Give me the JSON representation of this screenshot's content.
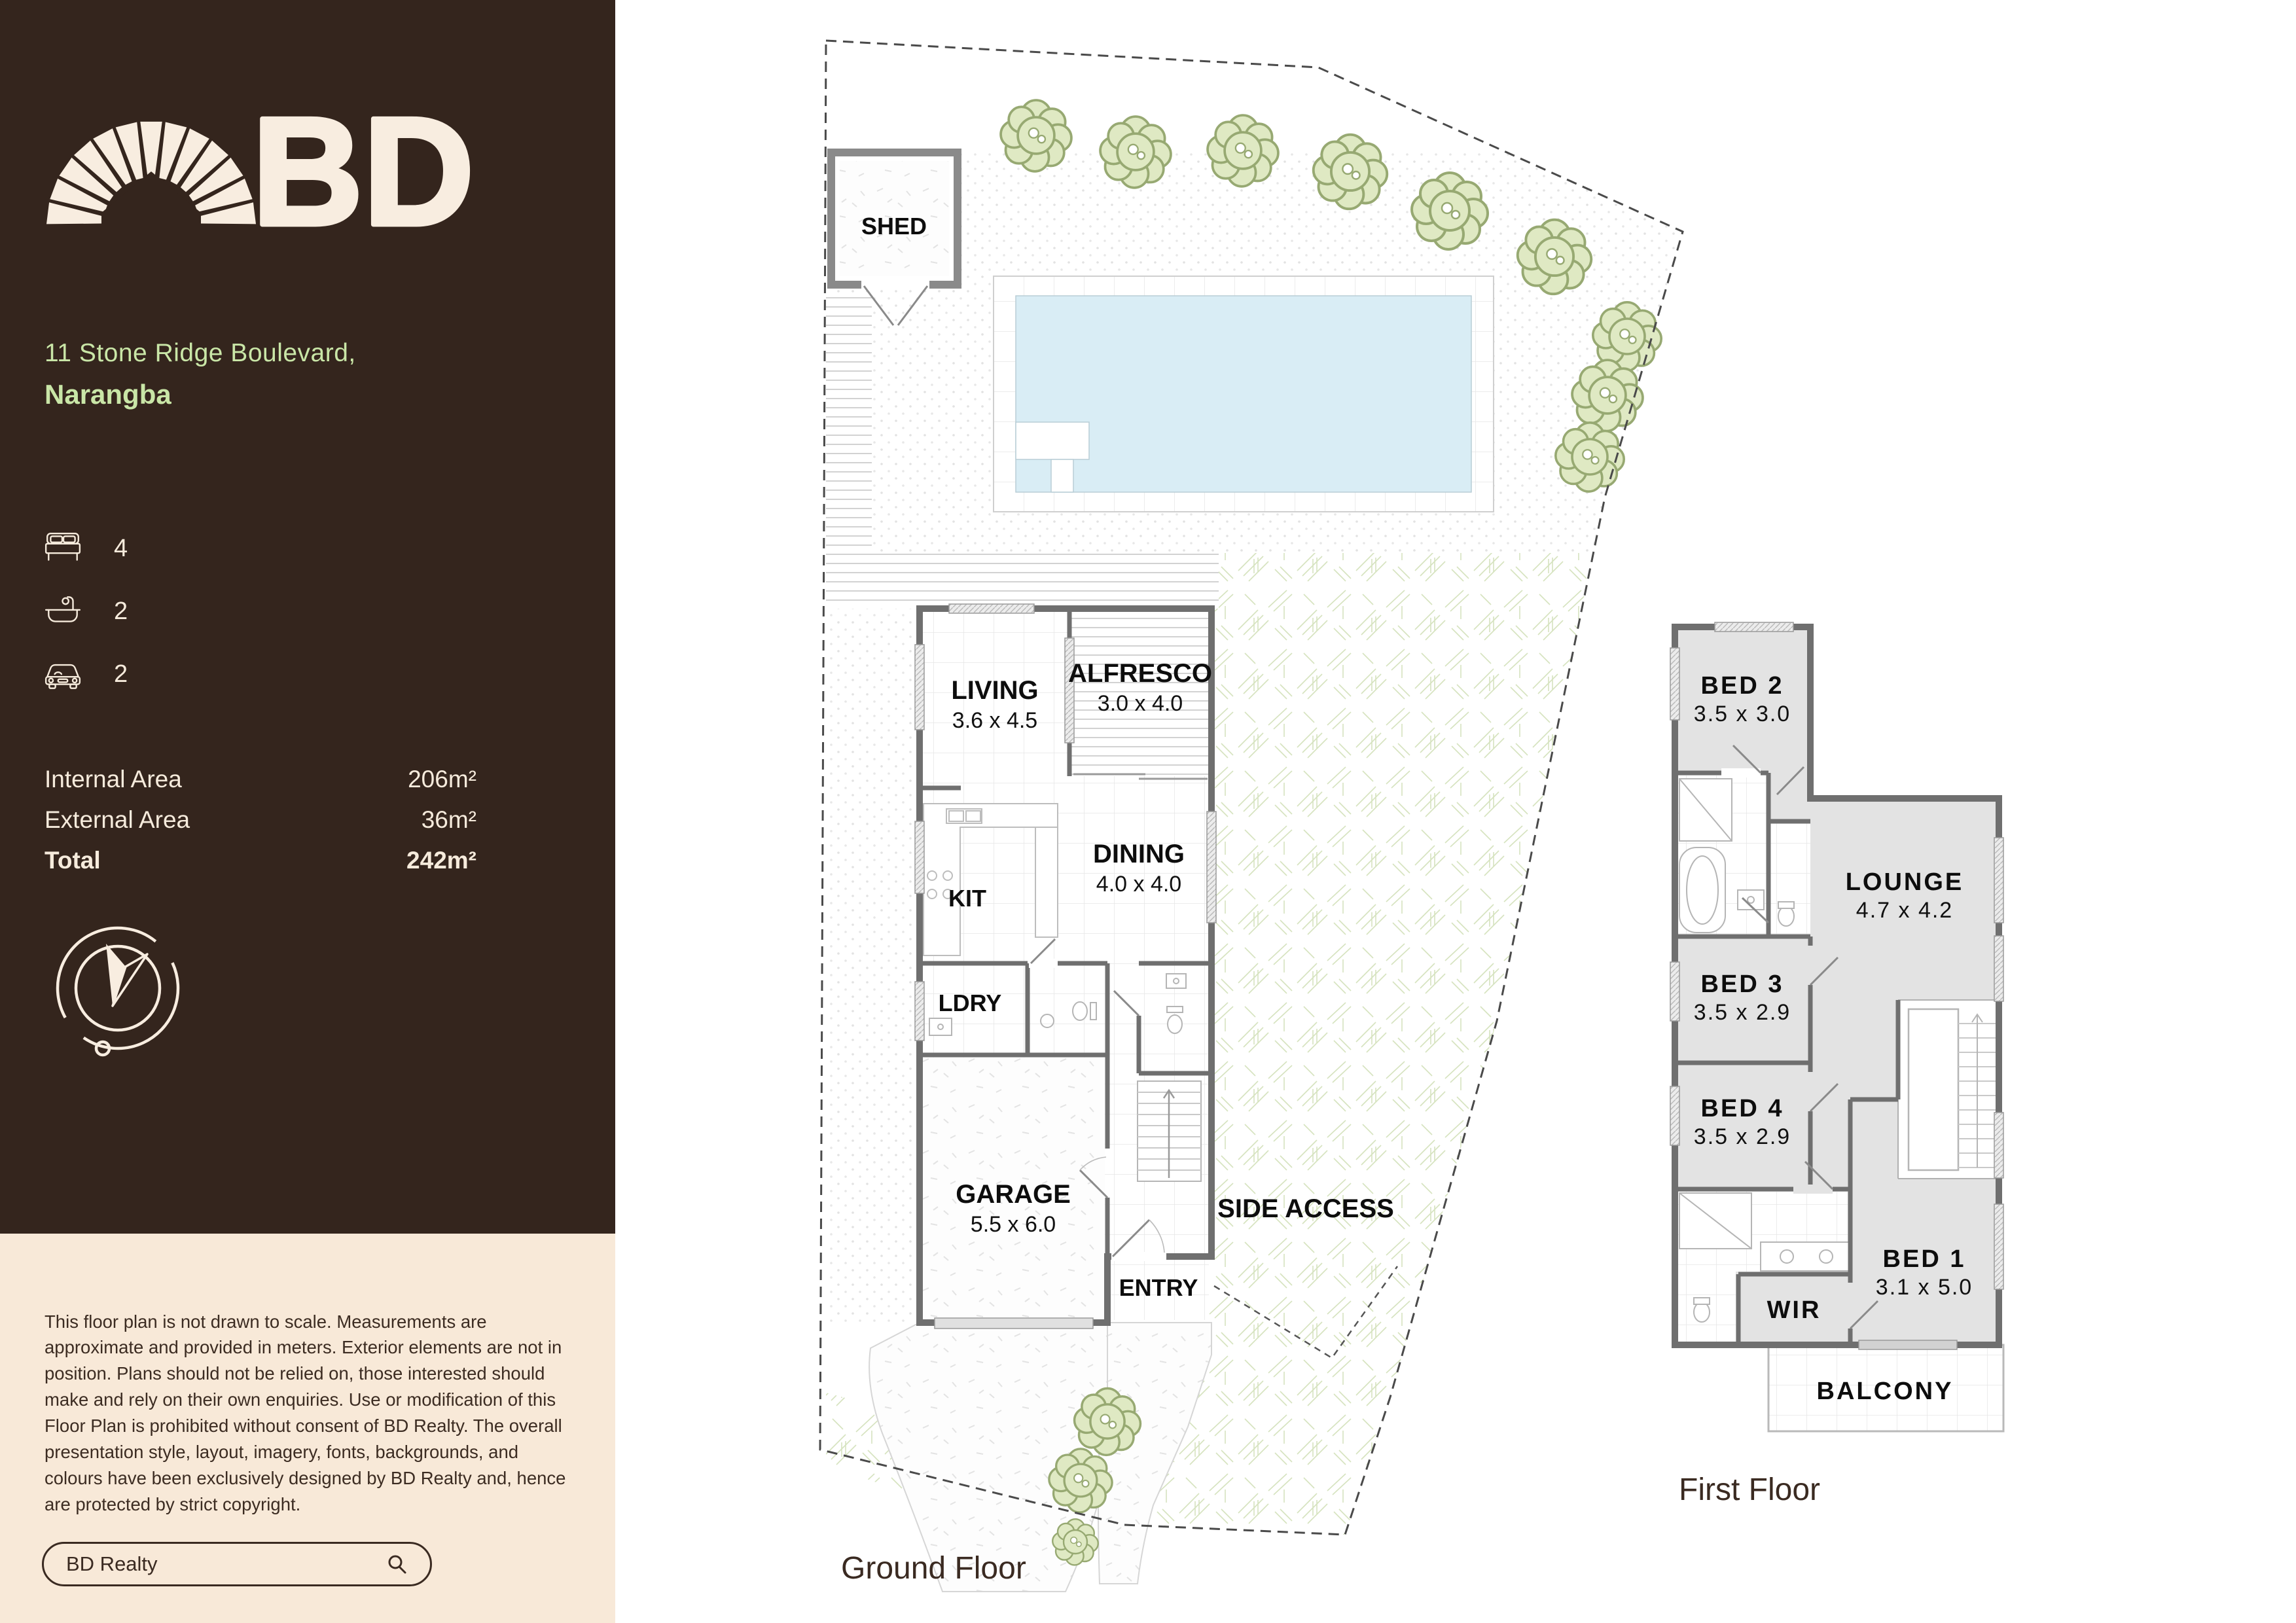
{
  "sidebar": {
    "logo": {
      "brand": "BD"
    },
    "address": {
      "line1": "11 Stone Ridge Boulevard,",
      "line2": "Narangba"
    },
    "stats": {
      "beds": "4",
      "baths": "2",
      "cars": "2"
    },
    "areas": [
      {
        "label": "Internal Area",
        "value": "206m²"
      },
      {
        "label": "External Area",
        "value": "36m²"
      },
      {
        "label": "Total",
        "value": "242m²"
      }
    ],
    "disclaimer": "This floor plan is not drawn to scale. Measurements are approximate and provided in meters. Exterior elements are not in position. Plans should not be relied on, those interested should make and rely on their own enquiries. Use or modification of this Floor Plan is prohibited without consent of BD Realty. The overall presentation style, layout, imagery, fonts, backgrounds, and colours have been exclusively designed by BD Realty and, hence are protected by strict copyright.",
    "search": {
      "value": "BD Realty"
    }
  },
  "ground_floor": {
    "title": "Ground Floor",
    "labels": {
      "shed": "SHED",
      "side_access": "SIDE ACCESS",
      "entry": "ENTRY"
    },
    "rooms": {
      "living": {
        "name": "LIVING",
        "dims": "3.6 x 4.5"
      },
      "alfresco": {
        "name": "ALFRESCO",
        "dims": "3.0 x 4.0"
      },
      "dining": {
        "name": "DINING",
        "dims": "4.0 x 4.0"
      },
      "kit": {
        "name": "KIT"
      },
      "ldry": {
        "name": "LDRY"
      },
      "garage": {
        "name": "GARAGE",
        "dims": "5.5 x 6.0"
      }
    }
  },
  "first_floor": {
    "title": "First Floor",
    "labels": {
      "wir": "WIR",
      "balcony": "BALCONY"
    },
    "rooms": {
      "bed2": {
        "name": "BED 2",
        "dims": "3.5 x 3.0"
      },
      "lounge": {
        "name": "LOUNGE",
        "dims": "4.7 x 4.2"
      },
      "bed3": {
        "name": "BED 3",
        "dims": "3.5 x 2.9"
      },
      "bed4": {
        "name": "BED 4",
        "dims": "3.5 x 2.9"
      },
      "bed1": {
        "name": "BED 1",
        "dims": "3.1 x 5.0"
      }
    }
  },
  "colors": {
    "sidebar_bg": "#34251D",
    "cream": "#F8EDDE",
    "accent_green": "#C9E6A7",
    "pool_blue": "#D9EDF5",
    "room_gray": "#E3E3E3",
    "grass_green": "#D6E3BF",
    "title_brown": "#3A2A21"
  }
}
